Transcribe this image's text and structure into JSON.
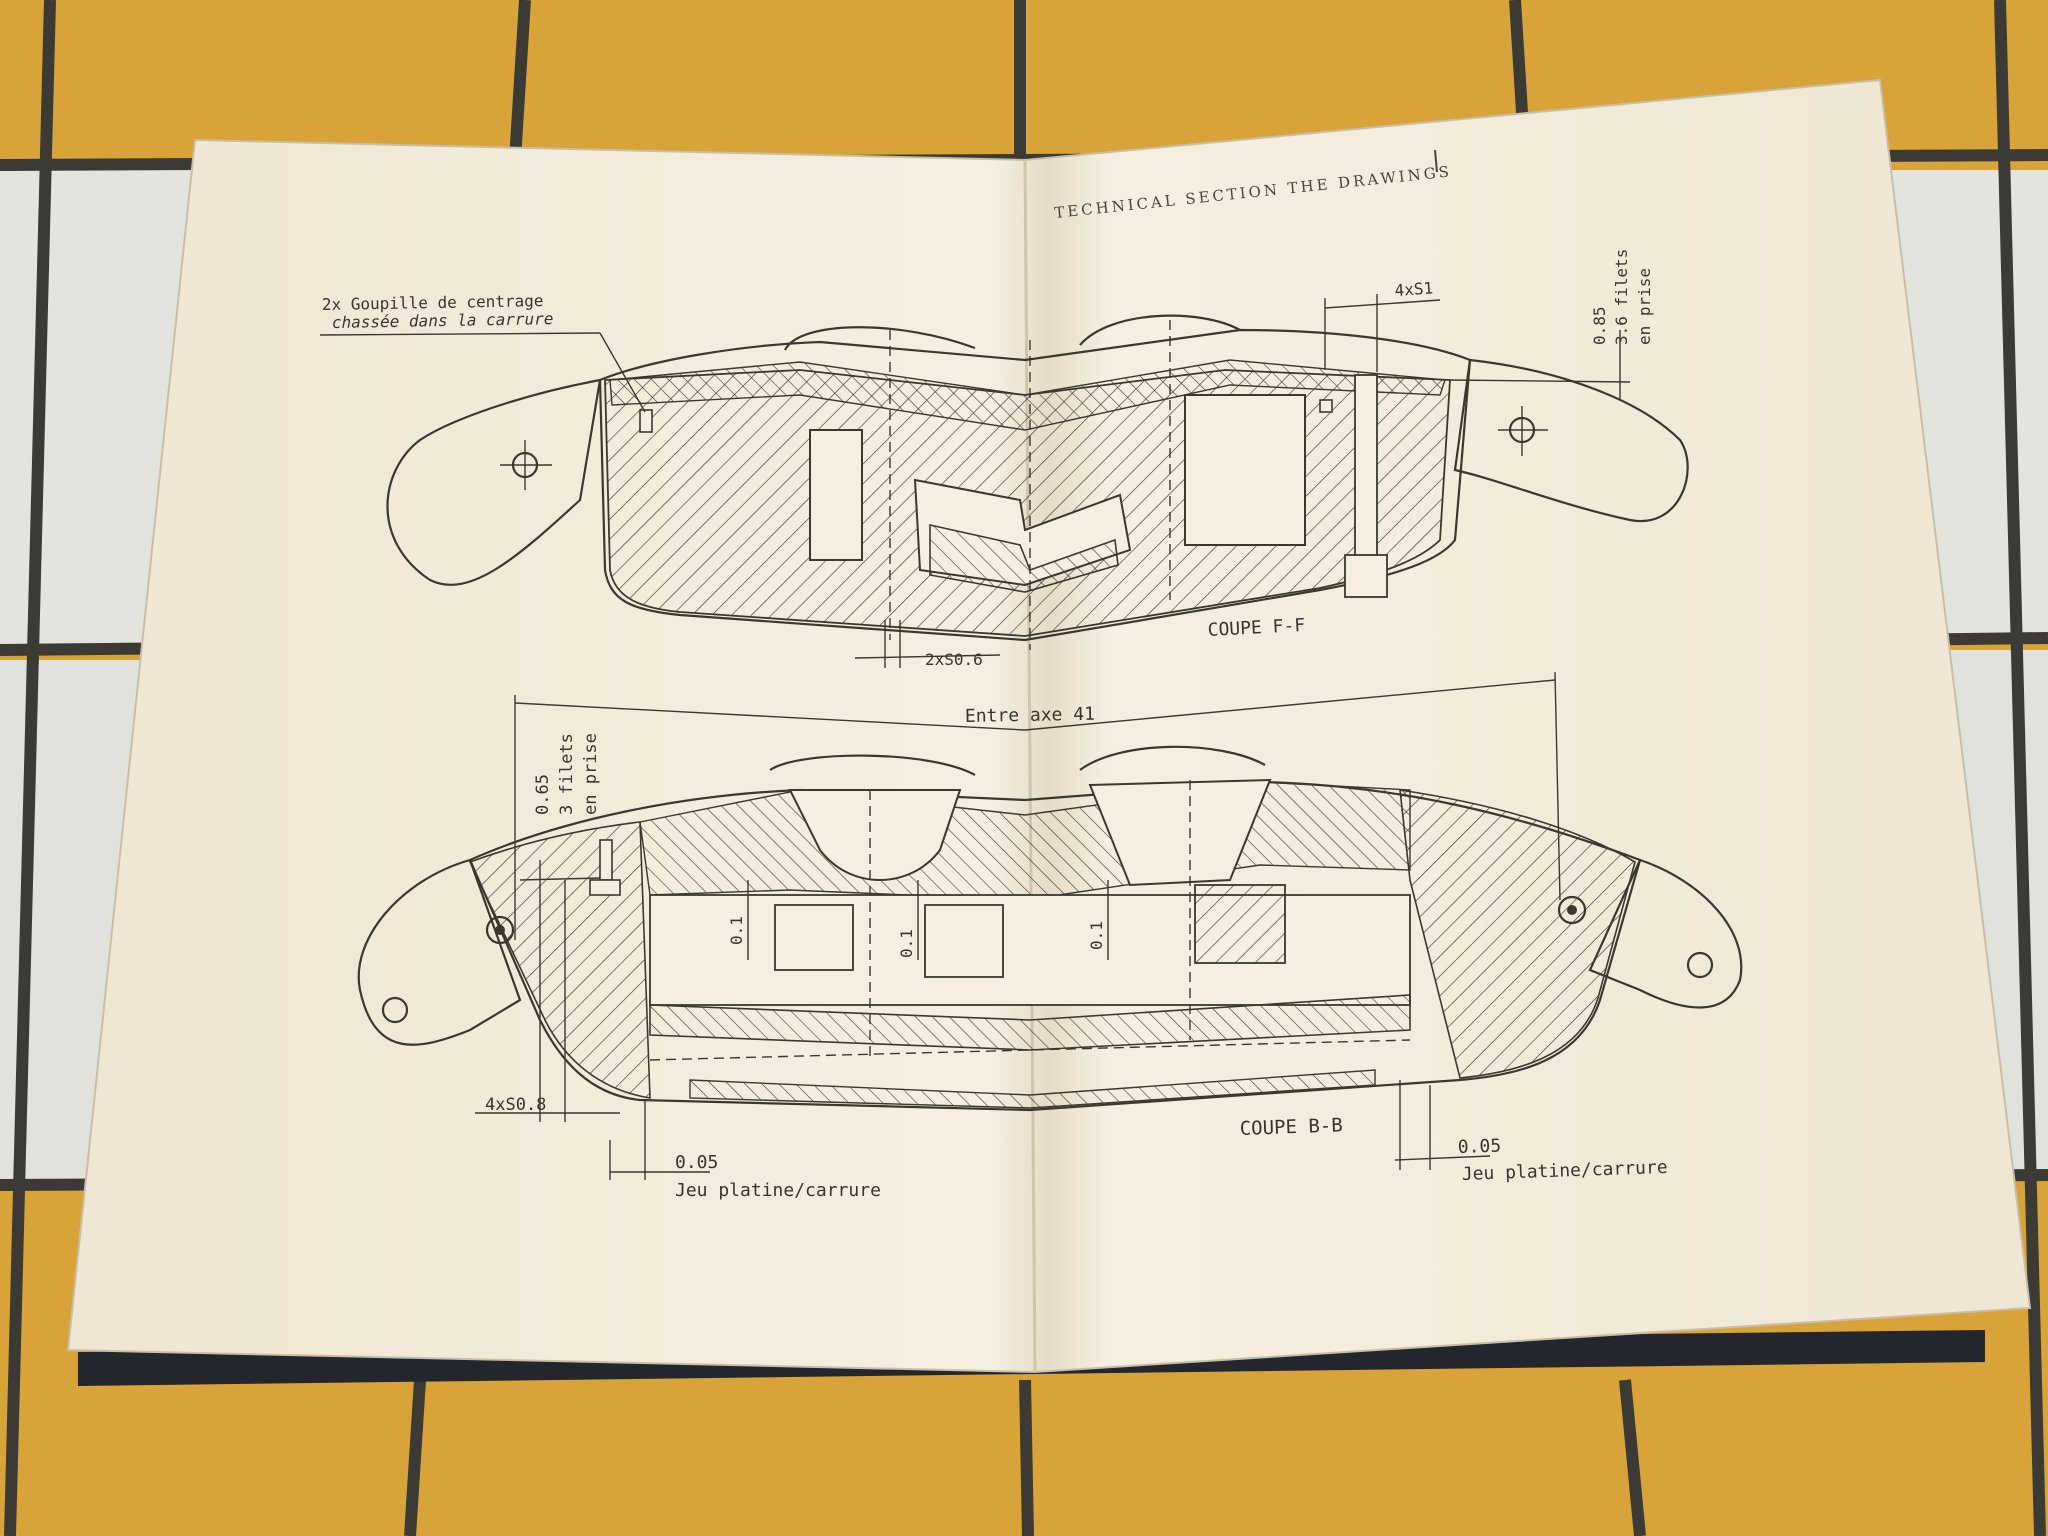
{
  "page_header": "TECHNICAL SECTION THE DRAWINGS",
  "colors": {
    "tile_yellow": "#d8a43a",
    "tile_white": "#e6e6e0",
    "grout": "#3c3a34",
    "paper": "#f4ecdc",
    "ink": "#3d372e",
    "book_cover": "#23262c"
  },
  "top_section": {
    "title": "COUPE F-F",
    "label_pins_line1": "2x Goupille de centrage",
    "label_pins_line2": "chassée dans la carrure",
    "dim_screw": "4xS1",
    "dim_depth": "0.85",
    "dim_threads_line1": "3.6 filets",
    "dim_threads_line2": "en prise",
    "dim_bottom": "2xS0.6"
  },
  "bottom_section": {
    "title": "COUPE B-B",
    "dim_axis": "Entre axe 41",
    "dim_depth": "0.65",
    "dim_threads_line1": "3 filets",
    "dim_threads_line2": "en prise",
    "dim_screw": "4xS0.8",
    "gap_left_value": "0.05",
    "gap_left_label": "Jeu platine/carrure",
    "gap_right_value": "0.05",
    "gap_right_label": "Jeu platine/carrure",
    "clearance_1": "0.1",
    "clearance_2": "0.1",
    "clearance_3": "0.1"
  }
}
